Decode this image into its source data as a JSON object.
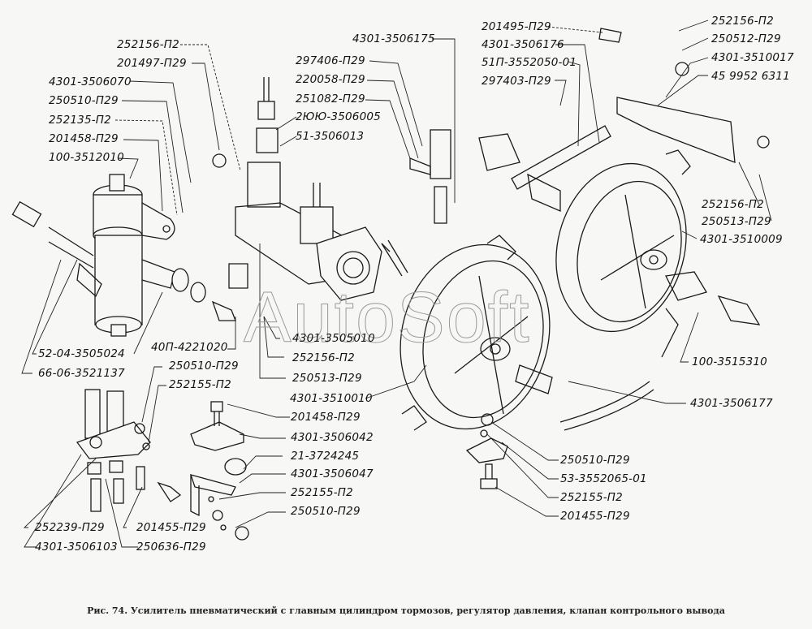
{
  "figure": {
    "caption": "Рис. 74.  Усилитель пневматический с главным цилиндром тормозов, регулятор давления, клапан контрольного вывода",
    "watermark": "AutoSoft"
  },
  "labels": [
    {
      "id": "l01",
      "text": "252156-П2"
    },
    {
      "id": "l02",
      "text": "201497-П29"
    },
    {
      "id": "l03",
      "text": "4301-3506070"
    },
    {
      "id": "l04",
      "text": "250510-П29"
    },
    {
      "id": "l05",
      "text": "252135-П2"
    },
    {
      "id": "l06",
      "text": "201458-П29"
    },
    {
      "id": "l07",
      "text": "100-3512010"
    },
    {
      "id": "l08",
      "text": "4301-3506175"
    },
    {
      "id": "l09",
      "text": "297406-П29"
    },
    {
      "id": "l10",
      "text": "220058-П29"
    },
    {
      "id": "l11",
      "text": "251082-П29"
    },
    {
      "id": "l12",
      "text": "2ЮЮ-3506005"
    },
    {
      "id": "l13",
      "text": "51-3506013"
    },
    {
      "id": "l14",
      "text": "201495-П29"
    },
    {
      "id": "l15",
      "text": "4301-3506176"
    },
    {
      "id": "l16",
      "text": "51П-3552050-01"
    },
    {
      "id": "l17",
      "text": "297403-П29"
    },
    {
      "id": "l18",
      "text": "252156-П2"
    },
    {
      "id": "l19",
      "text": "250512-П29"
    },
    {
      "id": "l20",
      "text": "4301-3510017"
    },
    {
      "id": "l21",
      "text": "45 9952 6311"
    },
    {
      "id": "l22",
      "text": "252156-П2"
    },
    {
      "id": "l23",
      "text": "250513-П29"
    },
    {
      "id": "l24",
      "text": "4301-3510009"
    },
    {
      "id": "l25",
      "text": "52-04-3505024"
    },
    {
      "id": "l26",
      "text": "66-06-3521137"
    },
    {
      "id": "l27",
      "text": "40П-4221020"
    },
    {
      "id": "l28",
      "text": "4301-3505010"
    },
    {
      "id": "l29",
      "text": "252156-П2"
    },
    {
      "id": "l30",
      "text": "250513-П29"
    },
    {
      "id": "l31",
      "text": "4301-3510010"
    },
    {
      "id": "l32",
      "text": "100-3515310"
    },
    {
      "id": "l33",
      "text": "4301-3506177"
    },
    {
      "id": "l34",
      "text": "250510-П29"
    },
    {
      "id": "l35",
      "text": "252155-П2"
    },
    {
      "id": "l36",
      "text": "201458-П29"
    },
    {
      "id": "l37",
      "text": "4301-3506042"
    },
    {
      "id": "l38",
      "text": "21-3724245"
    },
    {
      "id": "l39",
      "text": "4301-3506047"
    },
    {
      "id": "l40",
      "text": "252155-П2"
    },
    {
      "id": "l41",
      "text": "250510-П29"
    },
    {
      "id": "l42",
      "text": "252239-П29"
    },
    {
      "id": "l43",
      "text": "201455-П29"
    },
    {
      "id": "l44",
      "text": "4301-3506103"
    },
    {
      "id": "l45",
      "text": "250636-П29"
    },
    {
      "id": "l46",
      "text": "250510-П29"
    },
    {
      "id": "l47",
      "text": "53-3552065-01"
    },
    {
      "id": "l48",
      "text": "252155-П2"
    },
    {
      "id": "l49",
      "text": "201455-П29"
    }
  ]
}
